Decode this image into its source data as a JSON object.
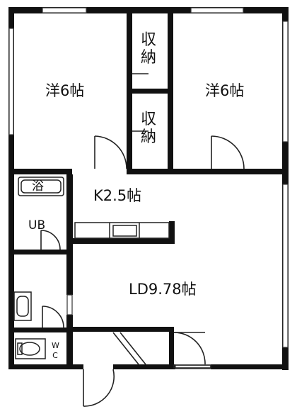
{
  "rooms": {
    "western_left": "洋6帖",
    "western_right": "洋6帖",
    "storage_top": "収納",
    "storage_bottom": "収納",
    "bath": "浴",
    "kitchen": "K2.5帖",
    "unit_bath": "UB",
    "living_dining": "LD9.78帖",
    "toilet": "W C"
  },
  "colors": {
    "wall": "#111111",
    "line": "#333333",
    "background": "#ffffff"
  }
}
